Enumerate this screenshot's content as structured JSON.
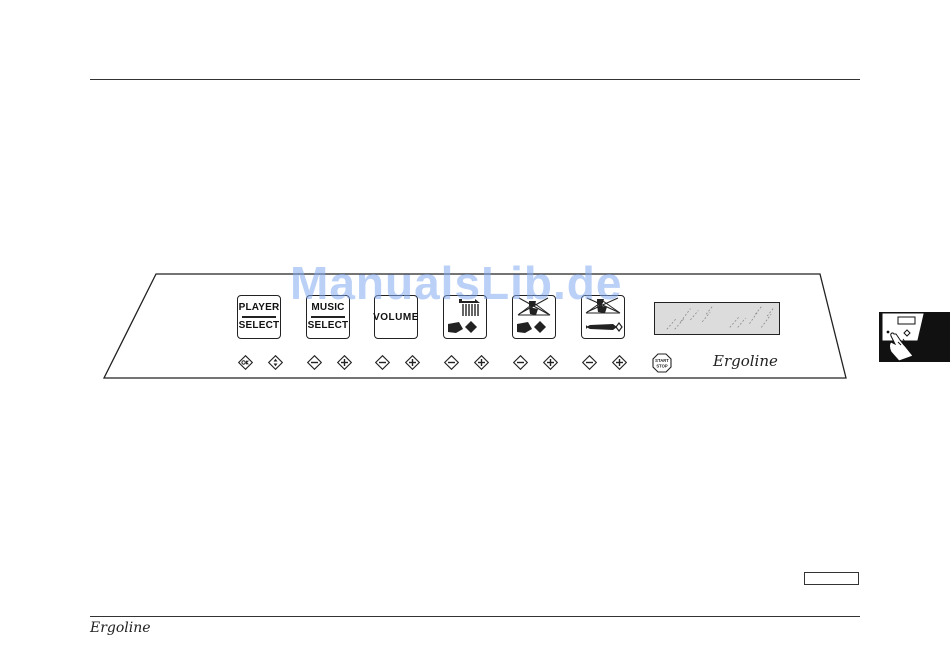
{
  "watermark": "ManualsLib.de",
  "panel": {
    "keys": [
      {
        "line1": "PLAYER",
        "line2": "SELECT"
      },
      {
        "line1": "MUSIC",
        "line2": "SELECT"
      },
      {
        "label": "VOLUME"
      }
    ],
    "button_icons": [
      "ok-icon",
      "up-down-icon",
      "minus-icon",
      "plus-icon"
    ],
    "start_stop": {
      "line1": "START",
      "line2": "STOP"
    },
    "display_state": "blank"
  },
  "brand": {
    "panel_signature": "Ergoline",
    "footer_signature": "Ergoline"
  },
  "page_number": ""
}
